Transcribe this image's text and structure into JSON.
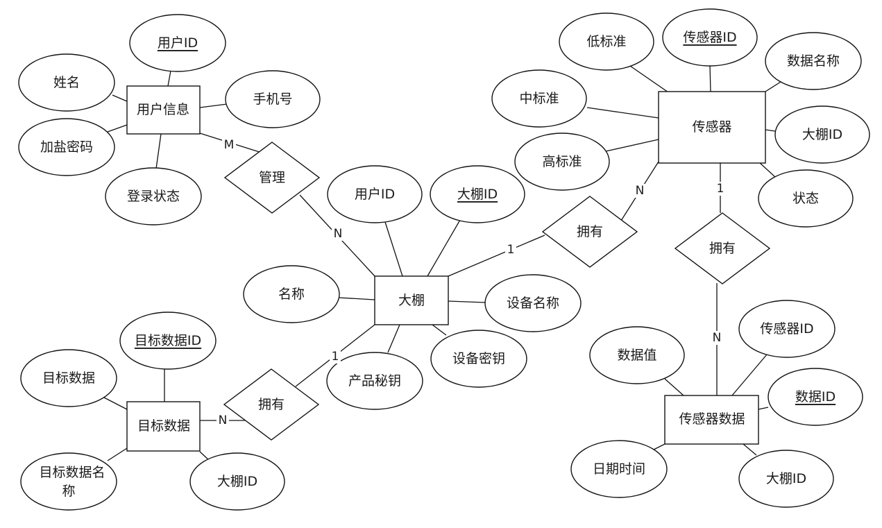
{
  "entities": {
    "user_info": "用户信息",
    "greenhouse": "大棚",
    "sensor": "传感器",
    "sensor_data": "传感器数据",
    "target_data": "目标数据"
  },
  "relationships": {
    "manage": "管理",
    "own_greenhouse_sensor": "拥有",
    "own_sensor_data": "拥有",
    "own_target_data": "拥有"
  },
  "attributes": {
    "user_info": {
      "user_id": "用户ID",
      "name": "姓名",
      "phone": "手机号",
      "salted_password": "加盐密码",
      "login_status": "登录状态"
    },
    "greenhouse": {
      "user_id": "用户ID",
      "greenhouse_id": "大棚ID",
      "name": "名称",
      "device_name": "设备名称",
      "product_secret": "产品秘钥",
      "device_secret": "设备密钥"
    },
    "sensor": {
      "low_standard": "低标准",
      "sensor_id": "传感器ID",
      "data_name": "数据名称",
      "mid_standard": "中标准",
      "high_standard": "高标准",
      "greenhouse_id": "大棚ID",
      "status": "状态"
    },
    "sensor_data": {
      "data_value": "数据值",
      "sensor_id": "传感器ID",
      "data_id": "数据ID",
      "date_time": "日期时间",
      "greenhouse_id": "大棚ID"
    },
    "target_data": {
      "target_data_id": "目标数据ID",
      "target_data": "目标数据",
      "target_data_name_line1": "目标数据名",
      "target_data_name_line2": "称",
      "greenhouse_id": "大棚ID"
    }
  },
  "cardinalities": {
    "manage_user": "M",
    "manage_greenhouse": "N",
    "gh_sensor_gh": "1",
    "gh_sensor_sensor": "N",
    "sensor_data_sensor": "1",
    "sensor_data_data": "N",
    "target_gh": "1",
    "target_target": "N"
  }
}
